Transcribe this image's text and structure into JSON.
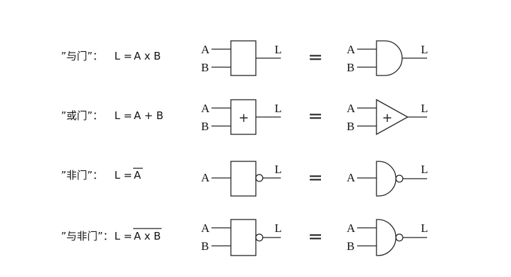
{
  "rows": [
    {
      "title": "”与门”：",
      "formula_prefix": "L = ",
      "formula_expr": "A x B",
      "formula_overline": false,
      "inputs": [
        "A",
        "B"
      ],
      "output": "L",
      "rect_symbol": "",
      "equals": "=",
      "gate": "and"
    },
    {
      "title": "”或门”：",
      "formula_prefix": "L = ",
      "formula_expr": "A + B",
      "formula_overline": false,
      "inputs": [
        "A",
        "B"
      ],
      "output": "L",
      "rect_symbol": "+",
      "equals": "=",
      "gate": "or",
      "gate_symbol": "+"
    },
    {
      "title": "”非门”：",
      "formula_prefix": "L = ",
      "formula_expr": "A",
      "formula_overline": true,
      "inputs": [
        "A"
      ],
      "output": "L",
      "rect_symbol": "",
      "equals": "=",
      "gate": "not"
    },
    {
      "title": "”与非门”：",
      "formula_prefix": "L = ",
      "formula_expr": "A x B",
      "formula_overline": true,
      "inputs": [
        "A",
        "B"
      ],
      "output": "L",
      "rect_symbol": "",
      "equals": "=",
      "gate": "nand"
    }
  ]
}
